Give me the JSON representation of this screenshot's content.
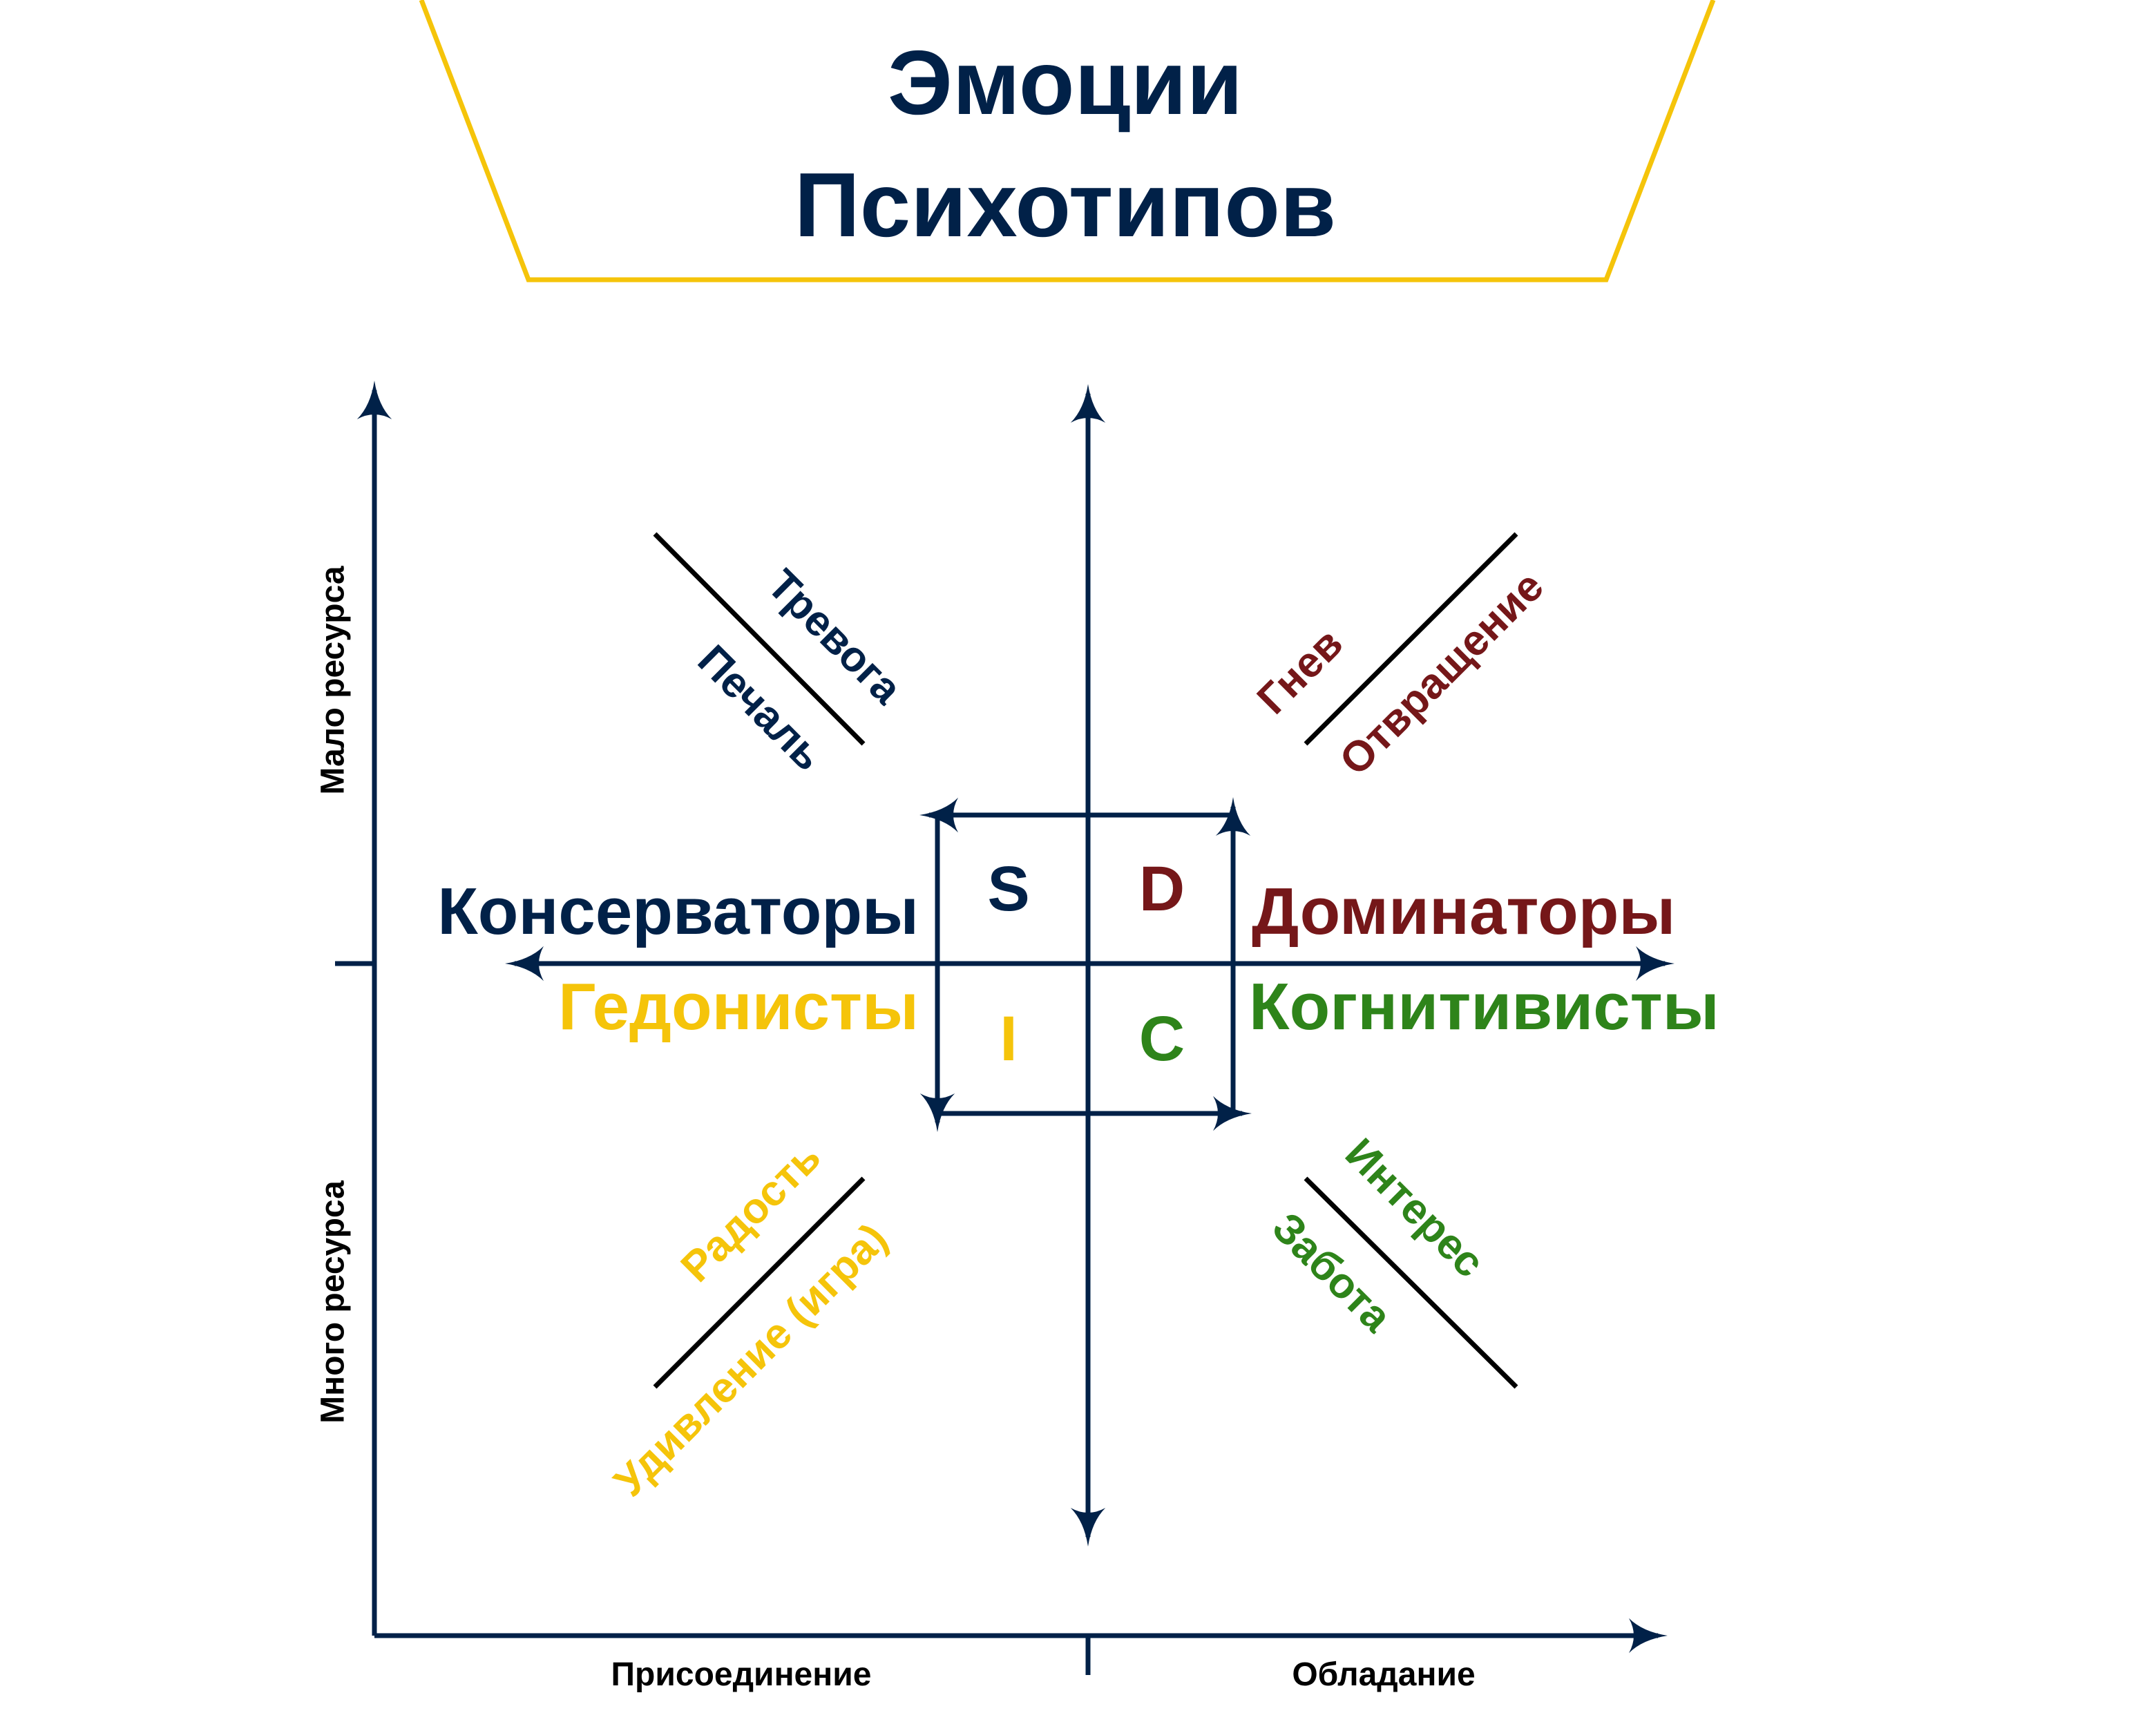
{
  "title": {
    "line1": "Эмоции",
    "line2": "Психотипов"
  },
  "axes": {
    "top_left": "Мало ресурса",
    "bottom_left": "Много ресурса",
    "bottom_left_x": "Присоединение",
    "bottom_right_x": "Обладание"
  },
  "quadrant_letters": {
    "s": "S",
    "d": "D",
    "i": "I",
    "c": "C"
  },
  "types": {
    "conservators": "Консерваторы",
    "hedonists": "Гедонисты",
    "dominators": "Доминаторы",
    "cognitivists": "Когнитивисты"
  },
  "emotions": {
    "anxiety": "Тревога",
    "sadness": "Печаль",
    "anger": "Гнев",
    "disgust": "Отвращение",
    "joy": "Радость",
    "surprise": "Удивление (игра)",
    "interest": "Интерес",
    "care": "Забота"
  },
  "colors": {
    "navy": "#012148",
    "maroon": "#751719",
    "yellow": "#F5C40A",
    "green": "#2E841A"
  }
}
